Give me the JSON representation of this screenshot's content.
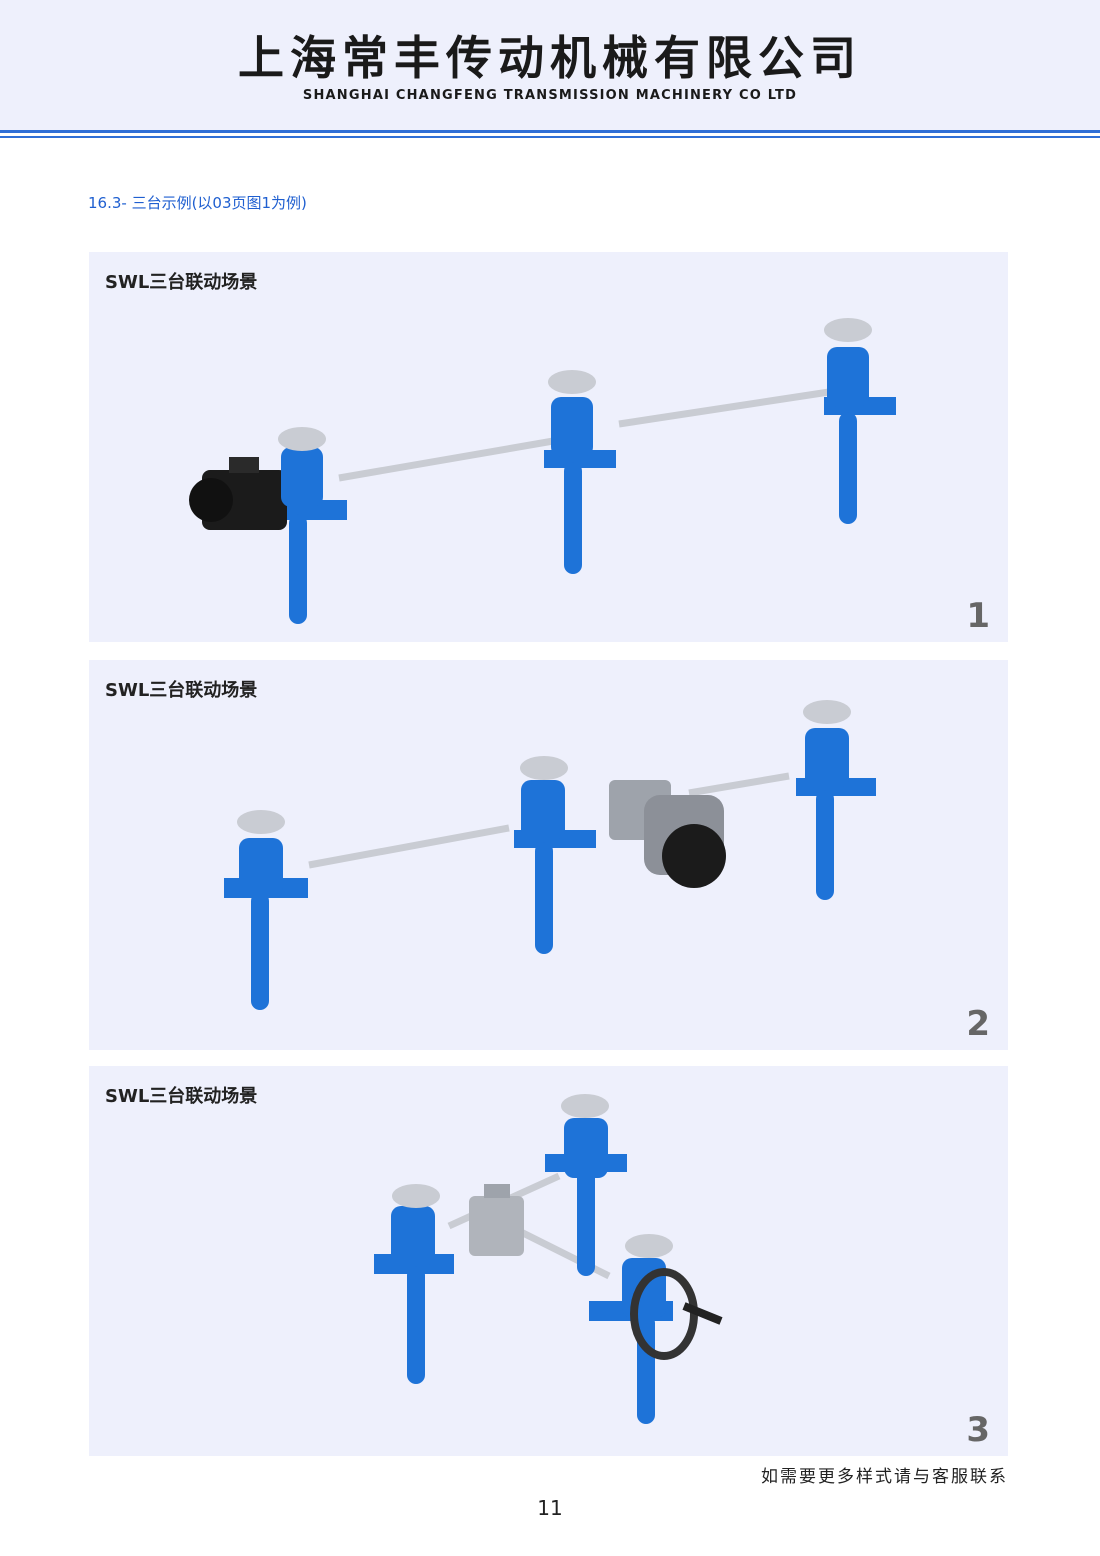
{
  "header": {
    "company_cn": "上海常丰传动机械有限公司",
    "company_en": "SHANGHAI CHANGFENG TRANSMISSION MACHINERY CO LTD"
  },
  "section_title": "16.3- 三台示例(以03页图1为例)",
  "panels": [
    {
      "label": "SWL三台联动场景",
      "number": "1"
    },
    {
      "label": "SWL三台联动场景",
      "number": "2"
    },
    {
      "label": "SWL三台联动场景",
      "number": "3"
    }
  ],
  "footer_note": "如需要更多样式请与客服联系",
  "page_number": "11",
  "colors": {
    "accent_blue": "#2f6fd6",
    "panel_bg": "#eef0fc",
    "jack_blue": "#1e73d8",
    "steel": "#c9ccd3"
  }
}
